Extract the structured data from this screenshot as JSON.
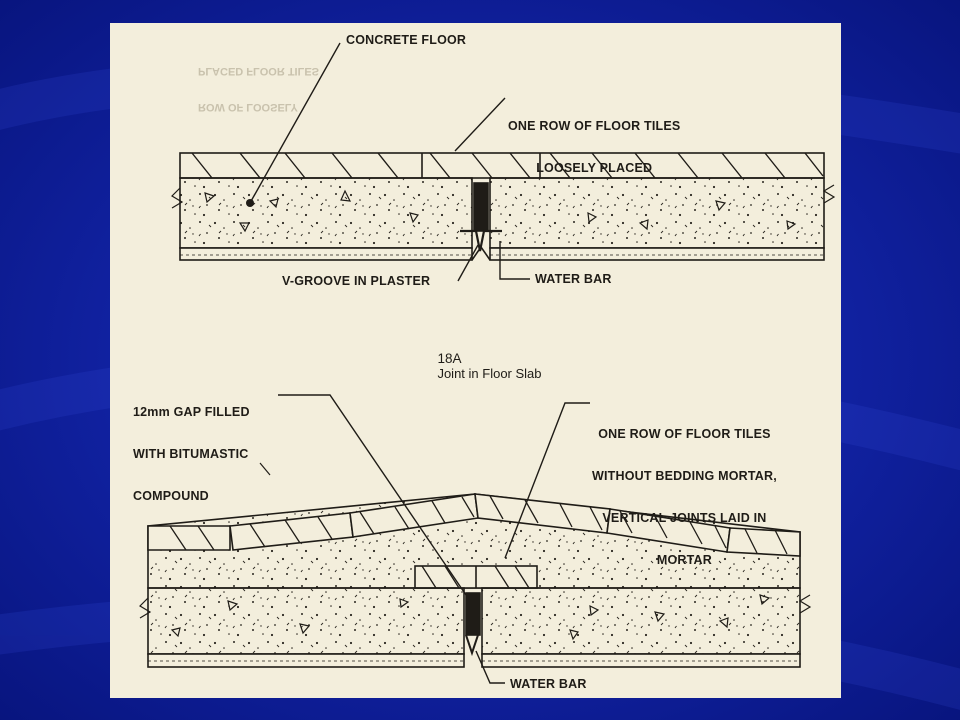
{
  "colors": {
    "slide_background": "#0d1f9a",
    "paper": "#f3eedc",
    "ink": "#1f1c17"
  },
  "detail_a": {
    "labels": {
      "concrete_floor": "CONCRETE FLOOR",
      "tiles_loose_line1": "ONE ROW OF FLOOR TILES",
      "tiles_loose_line2": "LOOSELY PLACED",
      "v_groove": "V-GROOVE IN PLASTER",
      "water_bar": "WATER BAR"
    },
    "caption_number": "18A",
    "caption_text": "Joint in Floor Slab"
  },
  "detail_b": {
    "labels": {
      "gap_line1": "12mm GAP FILLED",
      "gap_line2": "WITH BITUMASTIC",
      "gap_line3": "COMPOUND",
      "tiles_mortar_line1": "ONE ROW OF FLOOR TILES",
      "tiles_mortar_line2": "WITHOUT BEDDING MORTAR,",
      "tiles_mortar_line3": "VERTICAL JOINTS LAID IN",
      "tiles_mortar_line4": "MORTAR",
      "water_bar": "WATER BAR"
    }
  },
  "bleed_through": {
    "line1": "ROW OF LOOSELY",
    "line2": "PLACED FLOOR TILES"
  }
}
